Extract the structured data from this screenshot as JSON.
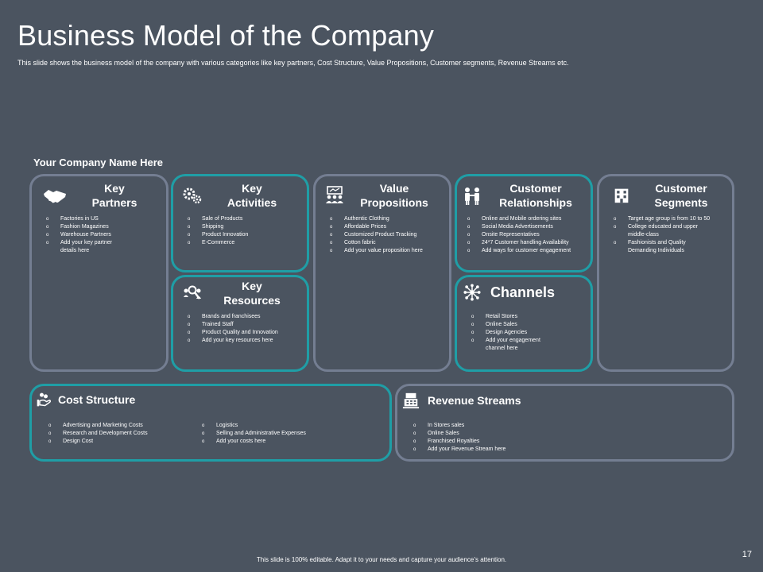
{
  "slide": {
    "title": "Business Model of the Company",
    "subtitle": "This slide shows the business model of the company with various categories like key partners, Cost Structure, Value Propositions, Customer segments, Revenue Streams etc.",
    "company_name": "Your Company Name Here",
    "footer": "This slide is 100% editable. Adapt it to your needs and capture your audience’s attention.",
    "page_number": "17"
  },
  "blocks": {
    "key_partners": {
      "title_line1": "Key",
      "title_line2": "Partners",
      "icon": "handshake-icon",
      "items": [
        "Factories in US",
        "Fashion Magazines",
        "Warehouse Partners",
        "Add your key partner details here"
      ]
    },
    "key_activities": {
      "title_line1": "Key",
      "title_line2": "Activities",
      "icon": "gears-icon",
      "items": [
        "Sale of Products",
        "Shipping",
        "Product Innovation",
        "E-Commerce"
      ]
    },
    "key_resources": {
      "title_line1": "Key",
      "title_line2": "Resources",
      "icon": "people-search-icon",
      "items": [
        "Brands and franchisees",
        "Trained Staff",
        "Product Quality and Innovation",
        "Add your key resources here"
      ]
    },
    "value_propositions": {
      "title_line1": "Value",
      "title_line2": "Propositions",
      "icon": "team-presentation-icon",
      "items": [
        "Authentic Clothing",
        "Affordable Prices",
        "Customized Product Tracking",
        "Cotton fabric",
        "Add your value proposition here"
      ]
    },
    "customer_relationships": {
      "title_line1": "Customer",
      "title_line2": "Relationships",
      "icon": "two-people-icon",
      "items": [
        "Online and Mobile ordering sites",
        "Social Media Advertisements",
        "Onsite Representatives",
        "24*7 Customer handling Availability",
        "Add ways for customer engagement"
      ]
    },
    "channels": {
      "title": "Channels",
      "icon": "network-icon",
      "items": [
        "Retail Stores",
        "Online Sales",
        "Design Agencies",
        "Add your engagement channel here"
      ]
    },
    "customer_segments": {
      "title_line1": "Customer",
      "title_line2": "Segments",
      "icon": "building-icon",
      "items": [
        "Target age group is from 10 to 50",
        "College educated and upper middle-class",
        "Fashionists and Quality Demanding Individuals"
      ]
    },
    "cost_structure": {
      "title": "Cost Structure",
      "icon": "hand-coins-icon",
      "items_col1": [
        "Advertising and Marketing Costs",
        "Research and Development Costs",
        "Design Cost"
      ],
      "items_col2": [
        "Logistics",
        "Selling and Administrative Expenses",
        "Add your costs here"
      ]
    },
    "revenue_streams": {
      "title": "Revenue Streams",
      "icon": "cash-register-icon",
      "items": [
        "In Stores sales",
        "Online Sales",
        "Franchised Royalties",
        "Add your Revenue Stream here"
      ]
    }
  },
  "colors": {
    "background": "#4b5460",
    "card_border": "#747e92",
    "accent_border": "#1f9ea6",
    "text": "#ffffff"
  }
}
